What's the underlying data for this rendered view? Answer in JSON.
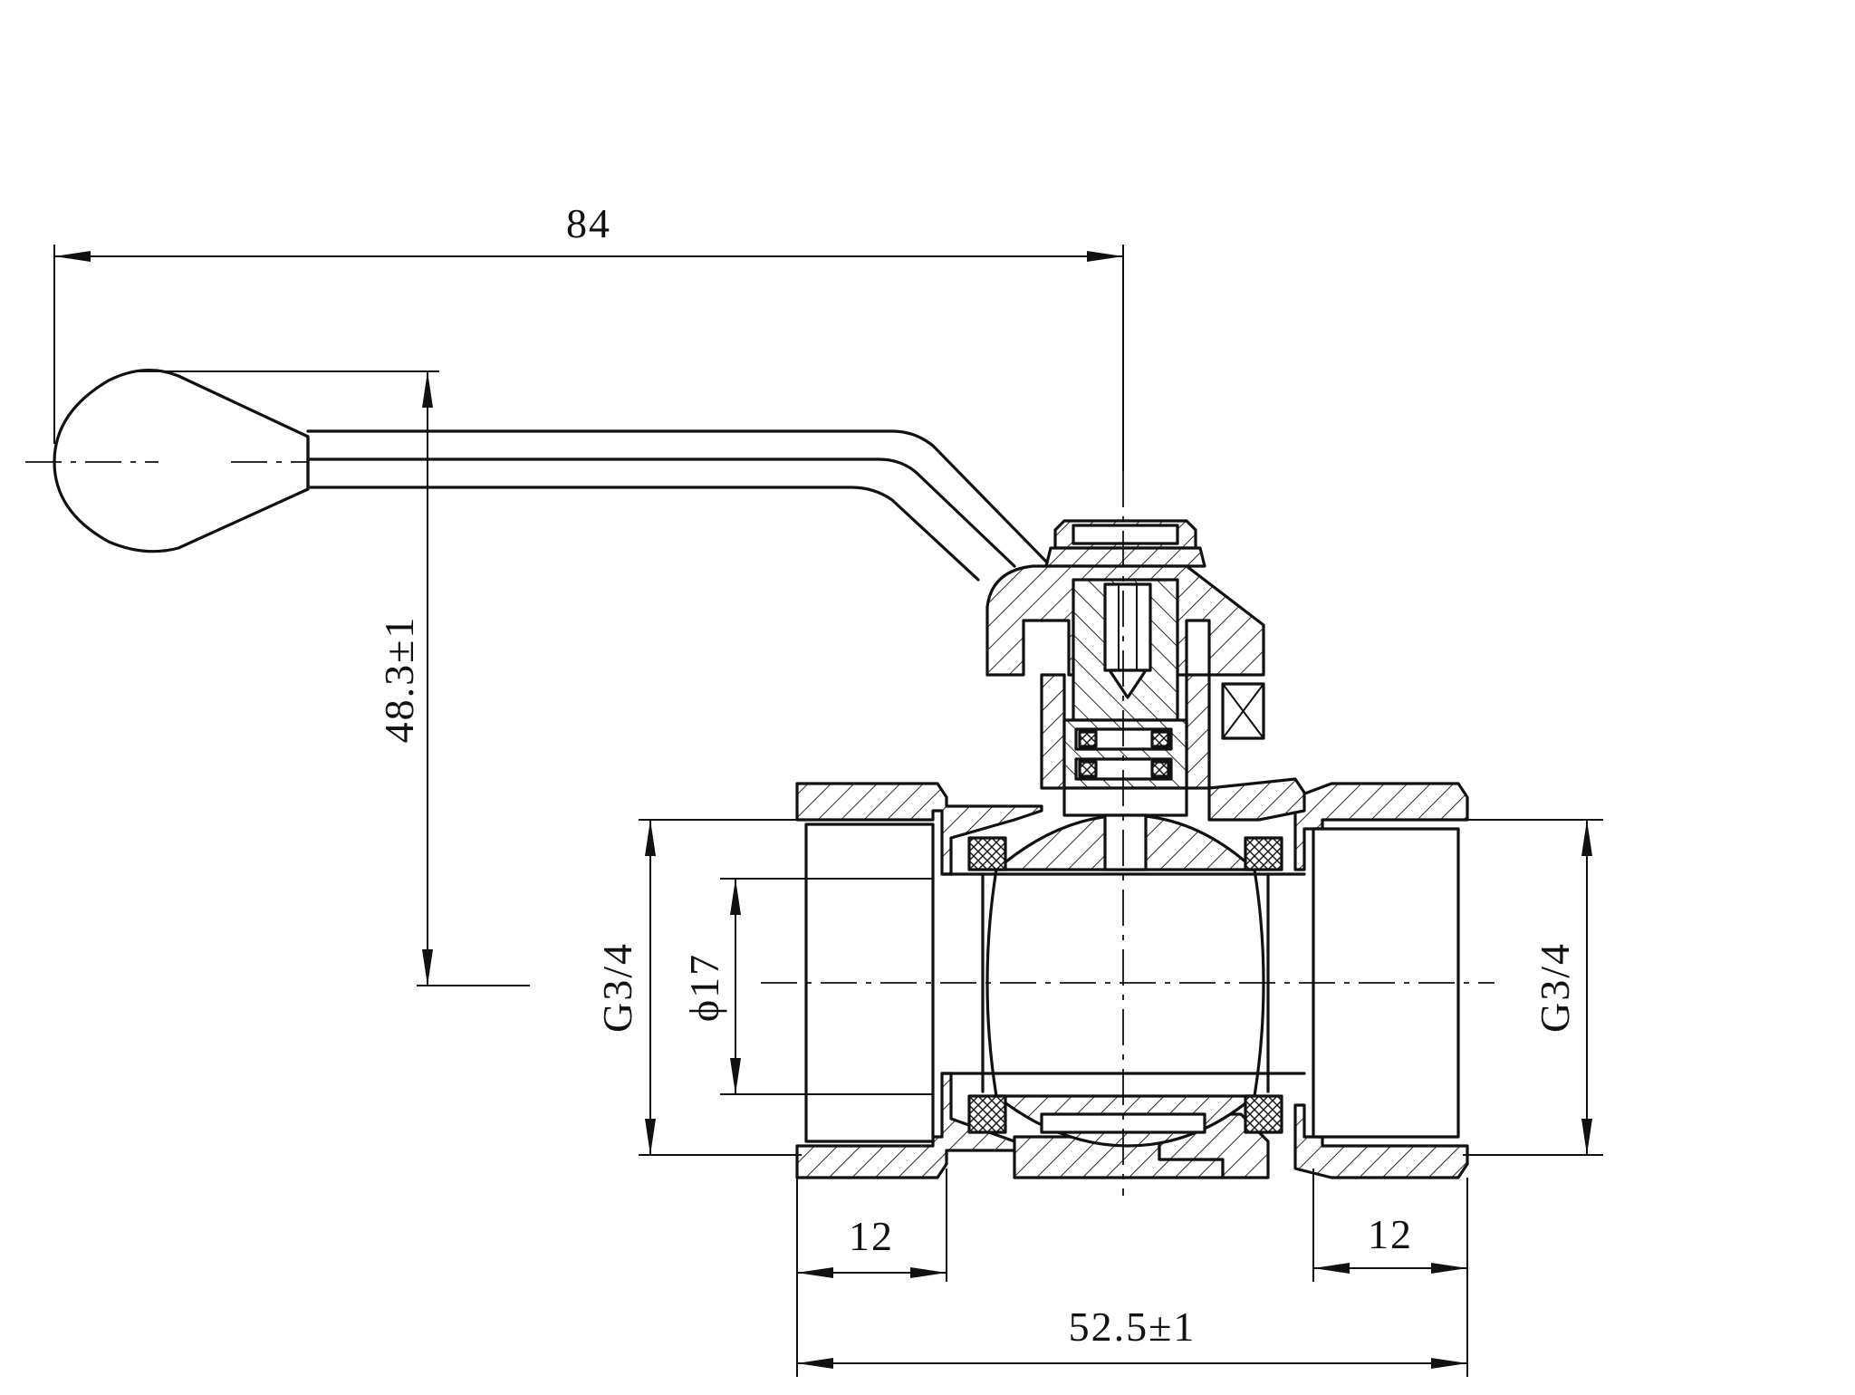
{
  "drawing": {
    "dimensions": {
      "handle_length": "84",
      "handle_height": "48.3±1",
      "thread_left": "G3/4",
      "thread_right": "G3/4",
      "bore_diameter": "ϕ17",
      "thread_depth_left": "12",
      "thread_depth_right": "12",
      "overall_length": "52.5±1"
    }
  }
}
